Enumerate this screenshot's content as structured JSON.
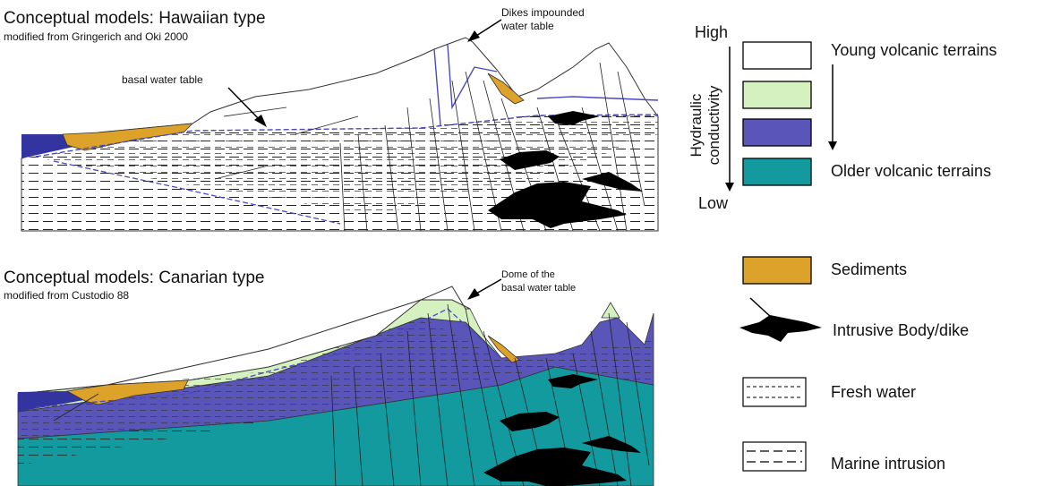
{
  "panel_top": {
    "title": "Conceptual models: Hawaiian type",
    "subtitle": "modified from Gringerich and Oki 2000",
    "label_basal": "basal water table",
    "label_dikes_line1": "Dikes impounded",
    "label_dikes_line2": "water table"
  },
  "panel_bottom": {
    "title": "Conceptual models: Canarian type",
    "subtitle": "modified from Custodio 88",
    "label_dome_line1": "Dome of the",
    "label_dome_line2": "basal water table"
  },
  "legend": {
    "axis_high": "High",
    "axis_low": "Low",
    "axis_label_line1": "Hydraulic",
    "axis_label_line2": "conductivity",
    "young": "Young volcanic terrains",
    "older": "Older volcanic terrains",
    "sediments": "Sediments",
    "intrusive": "Intrusive Body/dike",
    "fresh": "Fresh water",
    "marine": "Marine intrusion",
    "colors": {
      "young": "#ffffff",
      "green": "#d6f1c0",
      "purple": "#5a55b8",
      "teal": "#129a9e",
      "sediments": "#dca22a",
      "sea": "#3434a0"
    }
  }
}
